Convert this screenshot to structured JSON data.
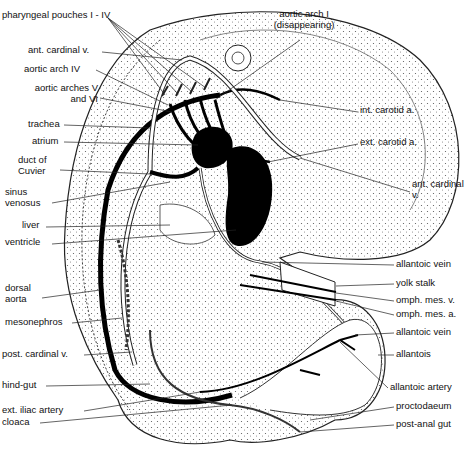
{
  "diagram": {
    "labels": [
      "pharyngeal pouches I - IV",
      "ant. cardinal v.",
      "aortic arch IV",
      "aortic arches V and VI",
      "trachea",
      "atrium",
      "duct of Cuvier",
      "sinus venosus",
      "liver",
      "ventricle",
      "dorsal aorta",
      "mesonephros",
      "post. cardinal v.",
      "hind-gut",
      "ext. iliac artery",
      "cloaca",
      "aortic arch I (disappearing)",
      "int. carotid a.",
      "ext. carotid a.",
      "ant. cardinal v.",
      "allantoic vein",
      "yolk stalk",
      "omph. mes. v.",
      "omph. mes. a.",
      "allantoic vein",
      "allantois",
      "allantoic artery",
      "proctodaeum",
      "post-anal gut"
    ]
  }
}
